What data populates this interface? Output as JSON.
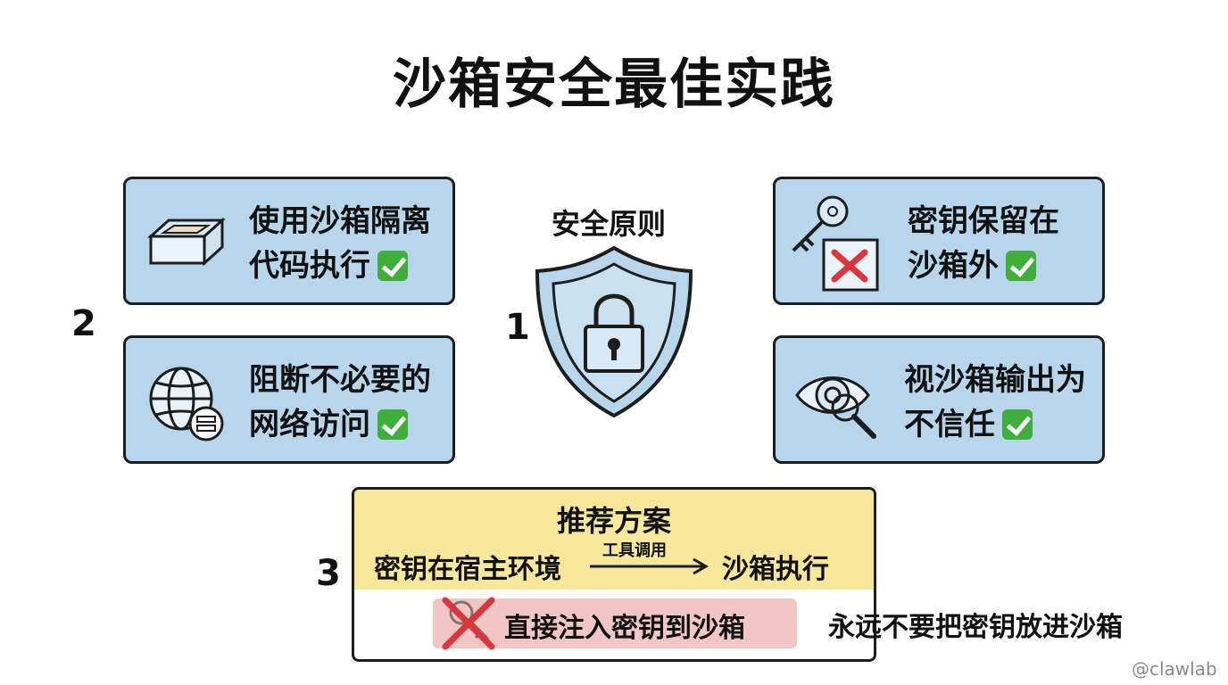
{
  "title": "沙箱安全最佳实践",
  "center": {
    "label": "安全原则",
    "number": "1"
  },
  "left": {
    "number": "2",
    "cards": [
      {
        "line1": "使用沙箱隔离",
        "line2": "代码执行",
        "icon": "sandbox-tray-icon"
      },
      {
        "line1": "阻断不必要的",
        "line2": "网络访问",
        "icon": "globe-block-icon"
      }
    ]
  },
  "right": {
    "cards": [
      {
        "line1": "密钥保留在",
        "line2": "沙箱外",
        "icon": "key-outside-icon"
      },
      {
        "line1": "视沙箱输出为",
        "line2": "不信任",
        "icon": "eye-magnifier-icon"
      }
    ]
  },
  "recommend": {
    "number": "3",
    "title": "推荐方案",
    "from": "密钥在宿主环境",
    "arrow_label": "工具调用",
    "to": "沙箱执行",
    "warning": "直接注入密钥到沙箱",
    "never": "永远不要把密钥放进沙箱"
  },
  "watermark": "@clawlab",
  "colors": {
    "card_blue": "#b7d6ec",
    "recommend_yellow": "#f7e79a",
    "warning_pink": "#f3c6c6",
    "check_green": "#3fae3a",
    "cross_red": "#d9363e"
  }
}
